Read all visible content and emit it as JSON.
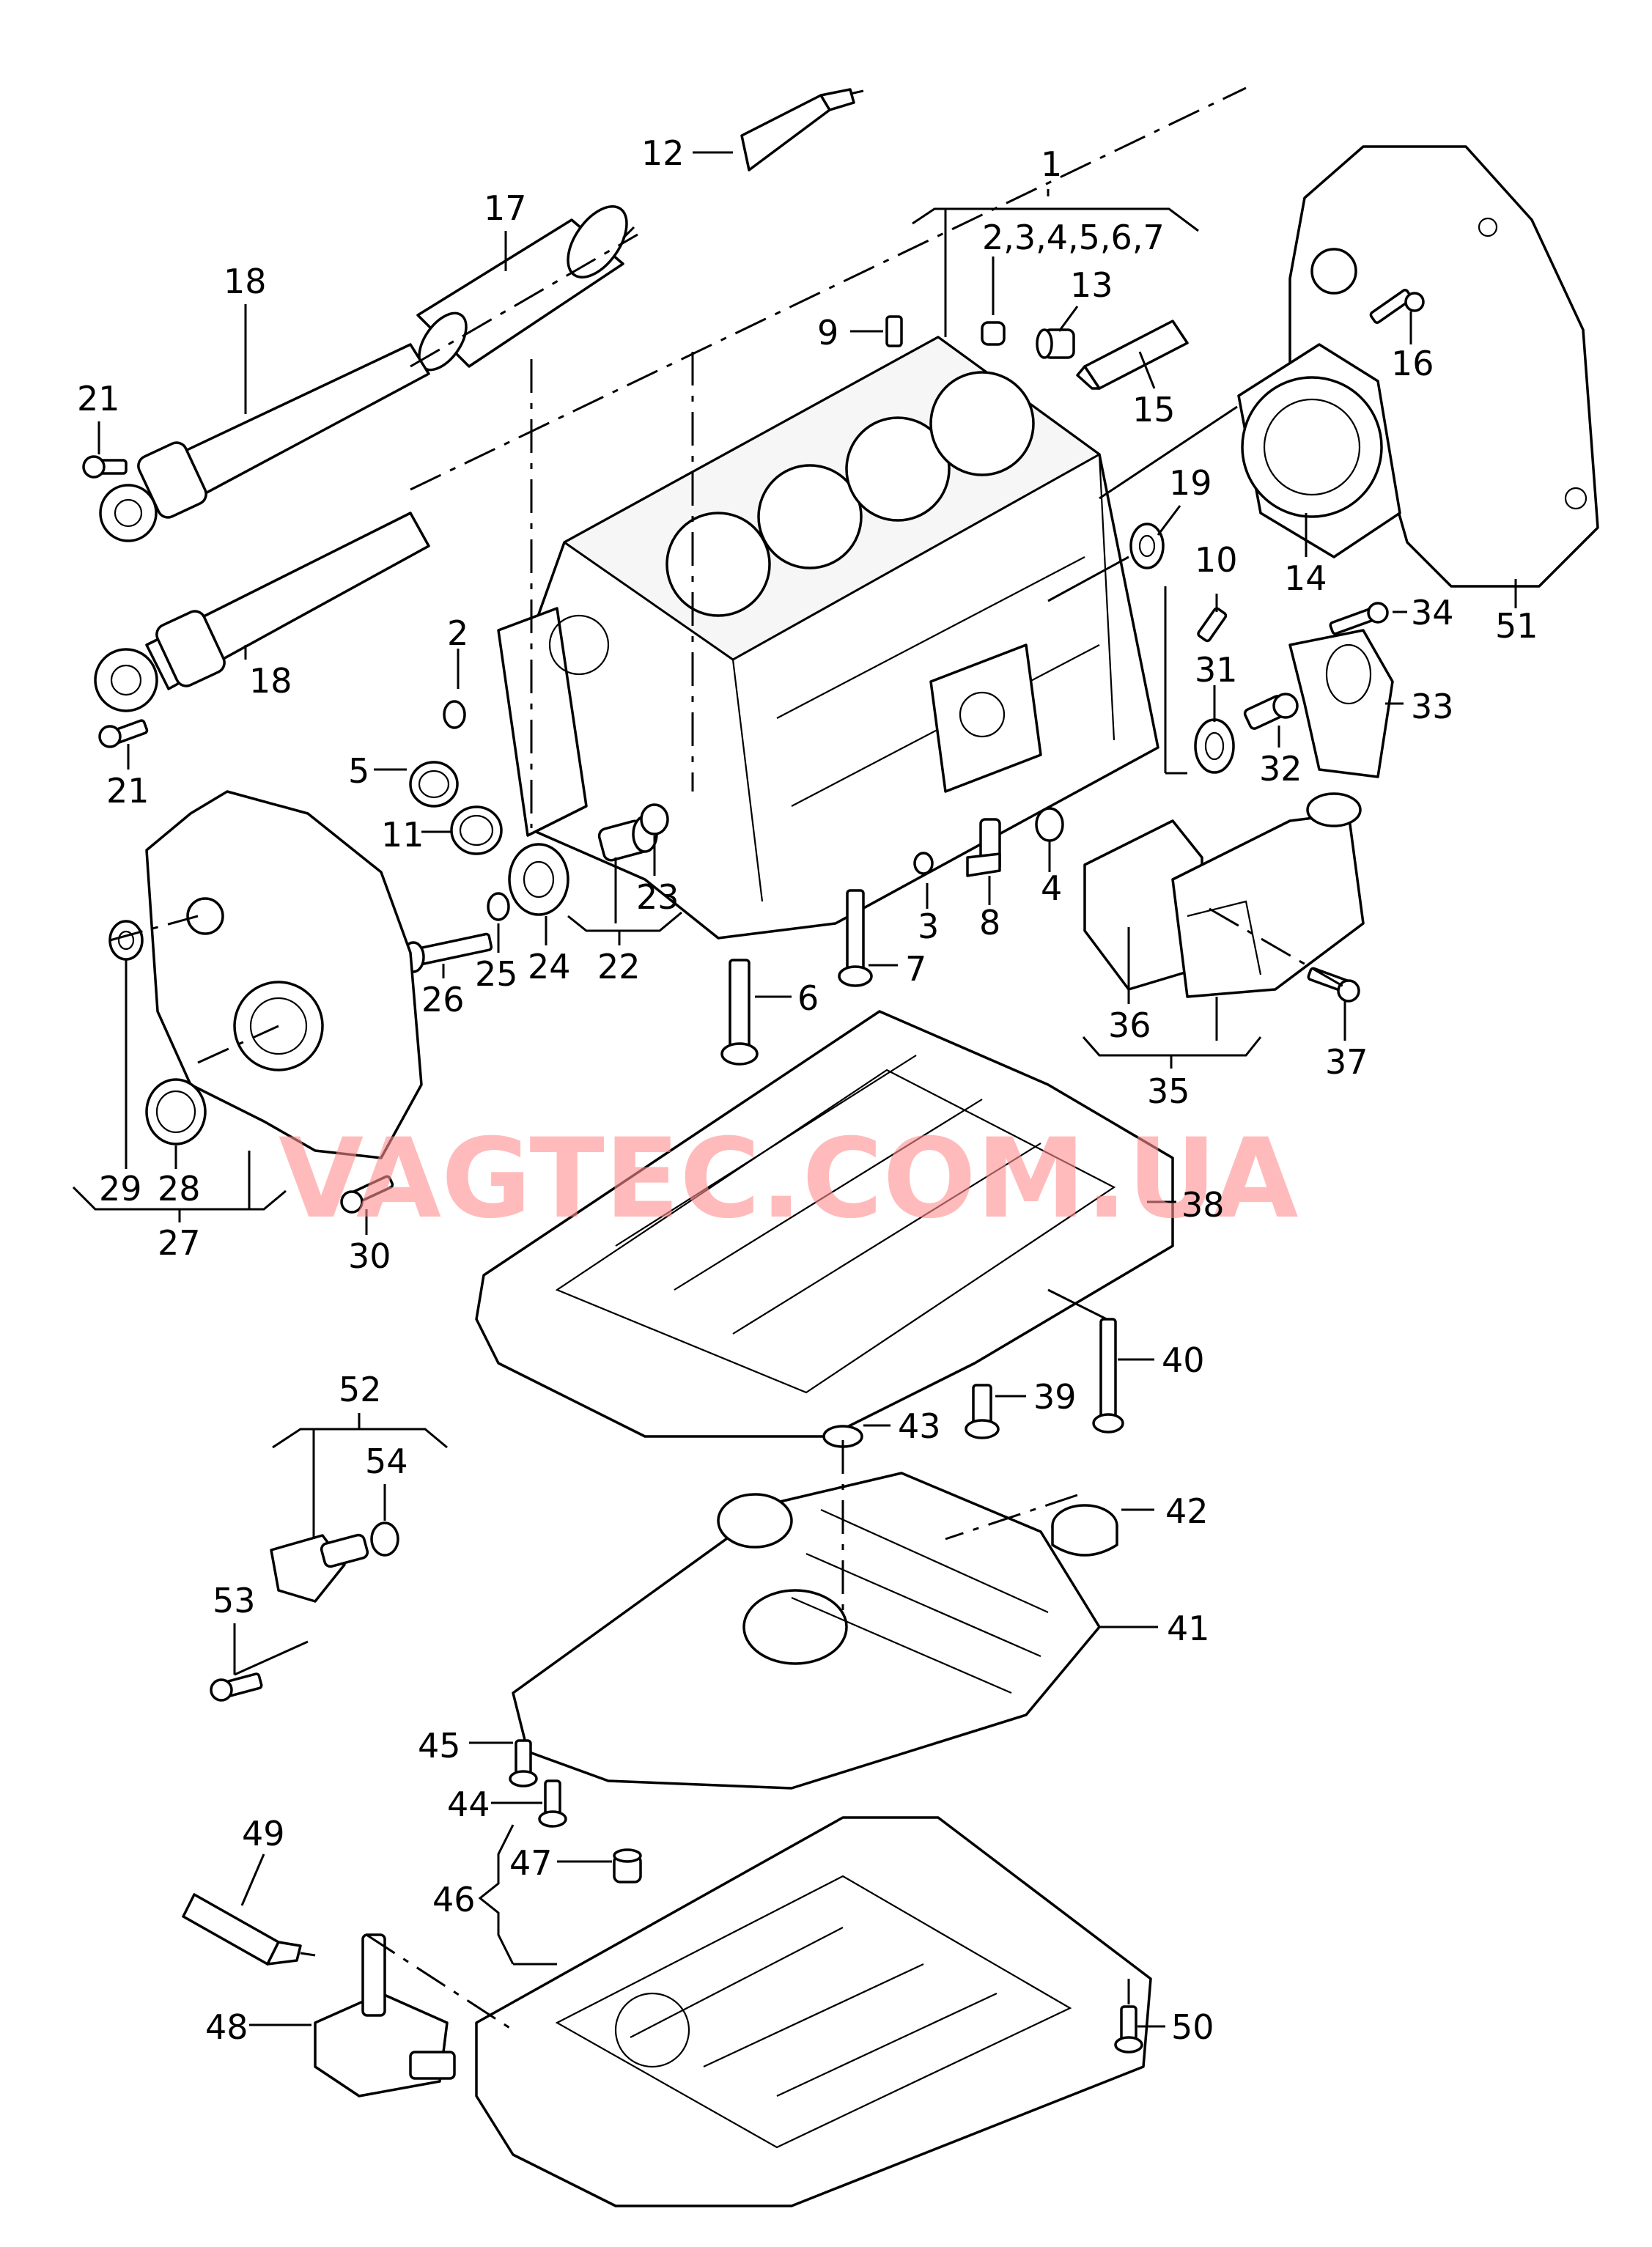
{
  "watermark": "VAGTEC.COM.UA",
  "labels": {
    "l1": "1",
    "l2_7": "2,3,4,5,6,7",
    "l2": "2",
    "l3": "3",
    "l4": "4",
    "l5": "5",
    "l6": "6",
    "l7": "7",
    "l8": "8",
    "l9": "9",
    "l10": "10",
    "l11": "11",
    "l12": "12",
    "l13": "13",
    "l14": "14",
    "l15": "15",
    "l16": "16",
    "l17": "17",
    "l18a": "18",
    "l18b": "18",
    "l19": "19",
    "l21a": "21",
    "l21b": "21",
    "l22": "22",
    "l23": "23",
    "l24": "24",
    "l25": "25",
    "l26": "26",
    "l27": "27",
    "l28": "28",
    "l29": "29",
    "l30": "30",
    "l31": "31",
    "l32": "32",
    "l33": "33",
    "l34": "34",
    "l35": "35",
    "l36": "36",
    "l37": "37",
    "l38": "38",
    "l39": "39",
    "l40": "40",
    "l41": "41",
    "l42": "42",
    "l43": "43",
    "l44": "44",
    "l45": "45",
    "l46": "46",
    "l47": "47",
    "l48": "48",
    "l49": "49",
    "l50": "50",
    "l51": "51",
    "l52": "52",
    "l53": "53",
    "l54": "54"
  }
}
